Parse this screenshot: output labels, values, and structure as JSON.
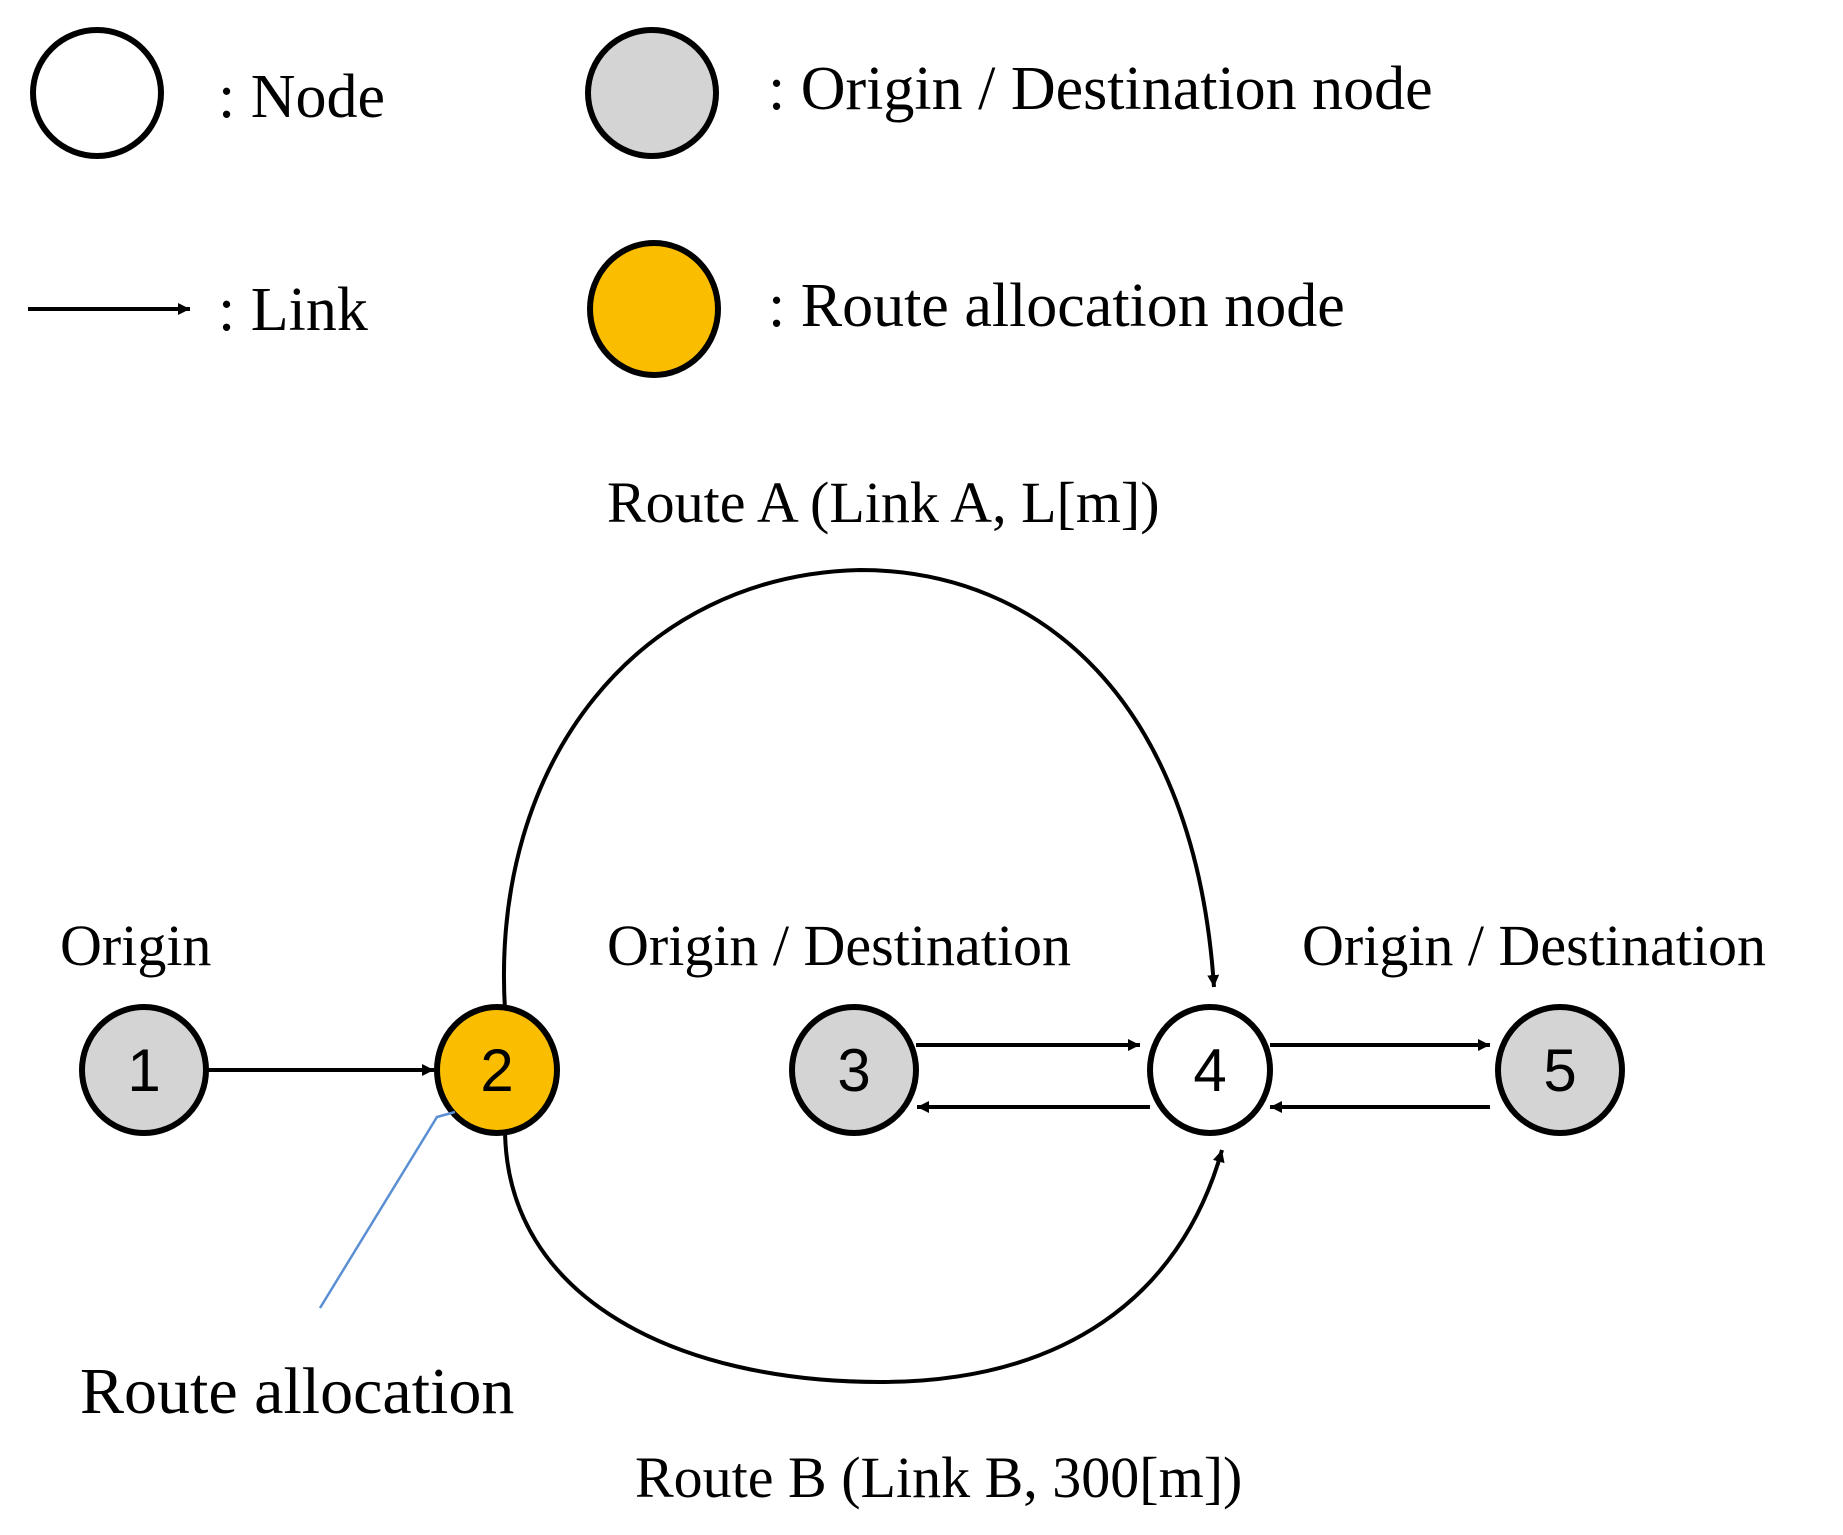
{
  "colors": {
    "node": "#ffffff",
    "od_node": "#d4d4d4",
    "route_allocation_node": "#fbbd00",
    "stroke": "#000000",
    "callout_line": "#5b8fd4"
  },
  "legend": {
    "node": ": Node",
    "od_node": ": Origin / Destination node",
    "link": ": Link",
    "route_allocation_node": ": Route allocation node"
  },
  "nodes": [
    {
      "id": "1",
      "label": "1",
      "type": "od_node"
    },
    {
      "id": "2",
      "label": "2",
      "type": "route_allocation_node"
    },
    {
      "id": "3",
      "label": "3",
      "type": "od_node"
    },
    {
      "id": "4",
      "label": "4",
      "type": "node"
    },
    {
      "id": "5",
      "label": "5",
      "type": "od_node"
    }
  ],
  "links": [
    {
      "from": "1",
      "to": "2"
    },
    {
      "from": "2",
      "to": "4",
      "route": "A"
    },
    {
      "from": "2",
      "to": "4",
      "route": "B"
    },
    {
      "from": "3",
      "to": "4"
    },
    {
      "from": "4",
      "to": "3"
    },
    {
      "from": "4",
      "to": "5"
    },
    {
      "from": "5",
      "to": "4"
    }
  ],
  "labels": {
    "origin": "Origin",
    "od_left": "Origin / Destination",
    "od_right": "Origin / Destination",
    "route_a": "Route A (Link A, L[m])",
    "route_b": "Route B (Link B, 300[m])",
    "route_allocation": "Route allocation"
  }
}
